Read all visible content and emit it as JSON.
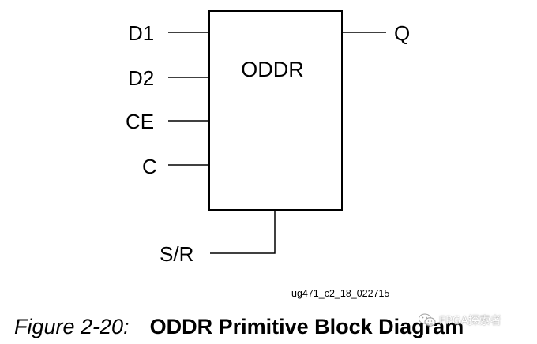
{
  "block": {
    "name": "ODDR"
  },
  "pins": {
    "d1": "D1",
    "d2": "D2",
    "ce": "CE",
    "c": "C",
    "sr": "S/R",
    "q": "Q"
  },
  "doc_id": "ug471_c2_18_022715",
  "caption": {
    "number": "Figure 2-20:",
    "title": "ODDR Primitive Block Diagram"
  },
  "watermark": {
    "text": "FPGA探索者",
    "icon": "wechat-icon"
  },
  "colors": {
    "line": "#000000",
    "background": "#ffffff"
  }
}
